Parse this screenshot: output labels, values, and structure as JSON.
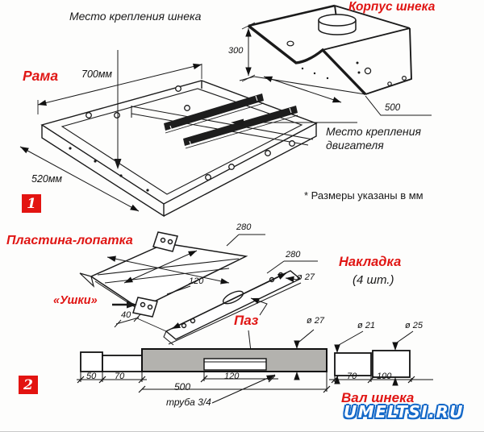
{
  "colors": {
    "accent_red": "#e01614",
    "line_black": "#1a1a1a",
    "tube_gray_fill": "#b3b2ae",
    "watermark_blue": "#1468c8",
    "figure_badge_red": "#e31411"
  },
  "annotations": {
    "auger_mount": "Место крепления шнека",
    "housing": "Корпус шнека",
    "frame": "Рама",
    "dim_700": "700мм",
    "dim_300": "300",
    "dim_500_housing": "500",
    "motor_mount": "Место крепления двигателя",
    "dim_520": "520мм",
    "note": "* Размеры указаны в мм",
    "blade": "Пластина-лопатка",
    "dim_280_blade": "280",
    "dim_280_overlay": "280",
    "dia_27_overlay": "ø 27",
    "overlay": "Накладка",
    "overlay_qty": "(4 шт.)",
    "ears": "«Ушки»",
    "dim_120_blade": "120",
    "dim_40": "40",
    "slot": "Паз",
    "dia_27_shaft": "ø 27",
    "dia_21": "ø 21",
    "dia_25": "ø 25",
    "dim_50": "50",
    "dim_70_left": "70",
    "dim_500_shaft": "500",
    "dim_120_shaft": "120",
    "pipe": "труба 3/4",
    "dim_70_right": "70",
    "dim_100": "100",
    "shaft": "Вал шнека"
  },
  "figures": {
    "fig1": "1",
    "fig2": "2"
  },
  "watermark": "UMELTSI.RU"
}
